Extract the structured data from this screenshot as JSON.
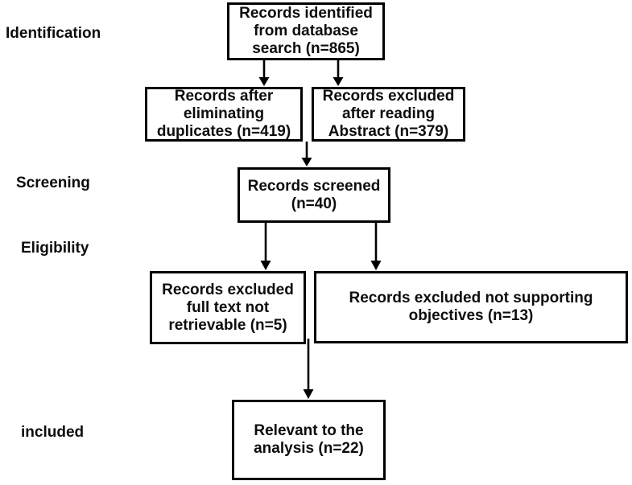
{
  "diagram": {
    "type": "flowchart",
    "background_color": "#ffffff",
    "line_color": "#000000",
    "stages": [
      {
        "label": "Identification"
      },
      {
        "label": "Screening"
      },
      {
        "label": "Eligibility"
      },
      {
        "label": "included"
      }
    ],
    "boxes": {
      "identified": {
        "lines": [
          "Records identified",
          "from database",
          "search (n=865)"
        ],
        "n": 865
      },
      "after_duplicates": {
        "lines": [
          "Records after",
          "eliminating",
          "duplicates (n=419)"
        ],
        "n": 419
      },
      "excluded_abstract": {
        "lines": [
          "Records excluded",
          "after reading",
          "Abstract (n=379)"
        ],
        "n": 379
      },
      "screened": {
        "lines": [
          "Records screened",
          "(n=40)"
        ],
        "n": 40
      },
      "excluded_fulltext": {
        "lines": [
          "Records excluded",
          "full text not",
          "retrievable (n=5)"
        ],
        "n": 5
      },
      "excluded_objectives": {
        "lines": [
          "Records excluded not supporting",
          "objectives (n=13)"
        ],
        "n": 13
      },
      "included": {
        "lines": [
          "Relevant to the",
          "analysis (n=22)"
        ],
        "n": 22
      }
    }
  }
}
